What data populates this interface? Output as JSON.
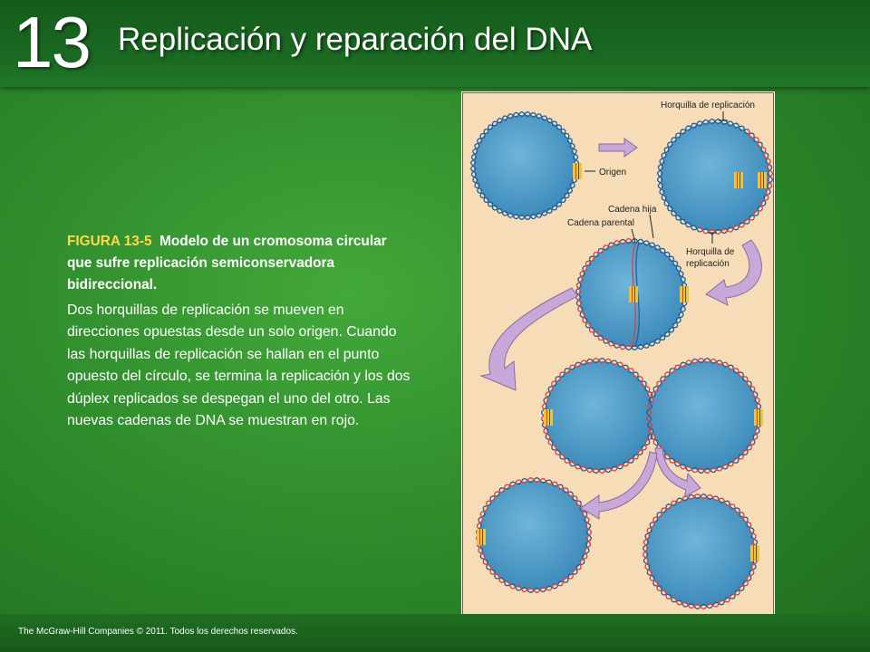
{
  "header": {
    "chapter_number": "13",
    "chapter_title": "Replicación y reparación del DNA"
  },
  "caption": {
    "figure_label": "FIGURA 13-5",
    "figure_title": "Modelo de un cromosoma circular que sufre replicación semiconservadora bidireccional.",
    "body": "Dos horquillas de replicación se mueven en direcciones opuestas desde un solo origen. Cuando las horquillas de replicación se hallan en el punto opuesto del círculo, se termina la replicación y los dos dúplex replicados se despegan el uno del otro. Las nuevas cadenas de DNA se muestran en rojo."
  },
  "figure": {
    "labels": {
      "fork_top": "Horquilla de replicación",
      "origin": "Origen",
      "daughter_strand": "Cadena hija",
      "parental_strand": "Cadena parental",
      "fork_bottom_line1": "Horquilla de",
      "fork_bottom_line2": "replicación"
    },
    "colors": {
      "circle_fill": "#4a9bc8",
      "parental_strand": "#1f5fa0",
      "daughter_strand": "#d9403a",
      "origin_marker": "#f2c230",
      "arrow": "#c8a8d8",
      "panel_bg": "#f7dcb8"
    }
  },
  "footer": {
    "copyright": "The McGraw-Hill Companies © 2011. Todos los derechos reservados."
  }
}
